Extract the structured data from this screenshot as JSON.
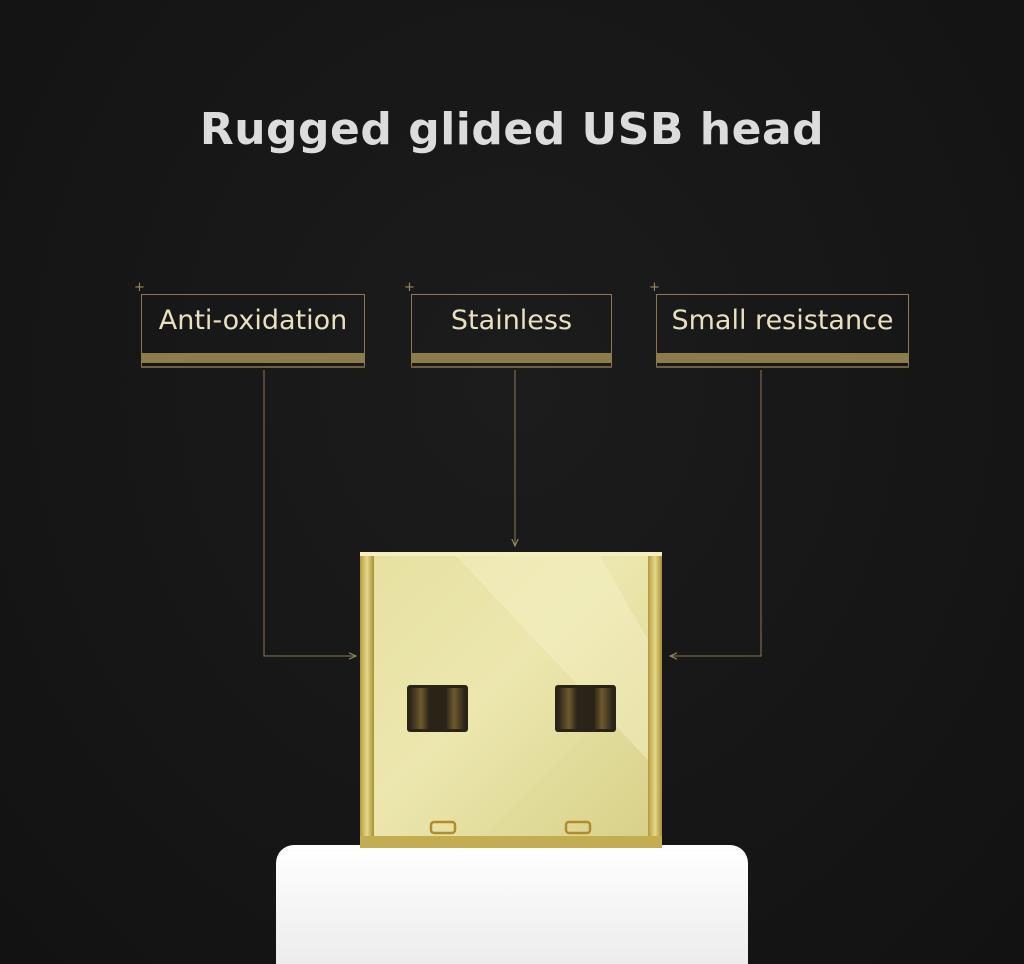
{
  "title": "Rugged glided USB head",
  "features": [
    {
      "label": "Anti-oxidation"
    },
    {
      "label": "Stainless"
    },
    {
      "label": "Small resistance"
    }
  ],
  "colors": {
    "background": "#161616",
    "title": "#dcdcdc",
    "accent_gold": "#8c7c4c",
    "label_text": "#e8e0c0",
    "connector_gold": "#e8e3a0",
    "body_white": "#f4f4f4"
  }
}
